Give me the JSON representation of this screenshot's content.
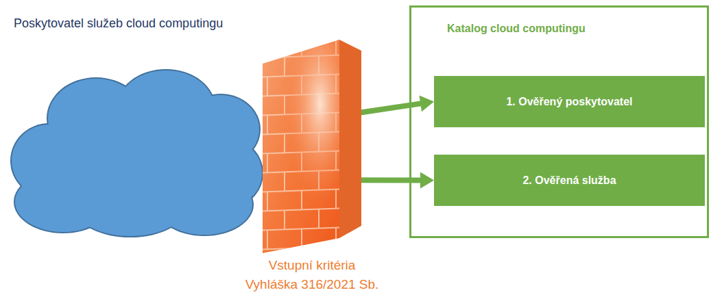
{
  "diagram": {
    "nodes": [
      {
        "text": [
          "Poskytovatel služeb cloud computingu"
        ]
      },
      {
        "text": [
          "Vstupní kritéria",
          "Vyhláška 316/2021 Sb."
        ]
      },
      {
        "text": [
          "Katalog cloud computingu"
        ]
      },
      {
        "text": [
          "1. Ověřený poskytovatel"
        ],
        "in": 2
      },
      {
        "text": [
          "2. Ověřená služba"
        ],
        "in": 2
      }
    ],
    "edges": [
      {
        "from": 0,
        "to": 3,
        "arrow": "to"
      },
      {
        "from": 0,
        "to": 4,
        "arrow": "to"
      }
    ]
  }
}
